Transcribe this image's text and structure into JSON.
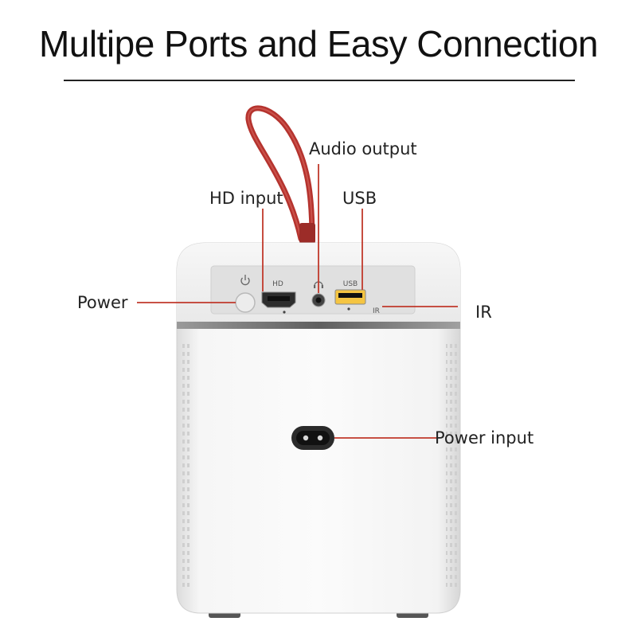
{
  "title": "Multipe Ports and Easy Connection",
  "callouts": {
    "audio_output": "Audio output",
    "hd_input": "HD input",
    "usb": "USB",
    "power": "Power",
    "ir": "IR",
    "power_input": "Power input"
  },
  "panel_markings": {
    "hd": "HD",
    "usb": "USB",
    "ir": "IR",
    "power_symbol": "⏻",
    "audio_symbol": "🎧"
  },
  "colors": {
    "callout_line": "#c0392b",
    "strap": "#b5332e",
    "body": "#f4f4f4",
    "panel": "#e2e2e2"
  }
}
